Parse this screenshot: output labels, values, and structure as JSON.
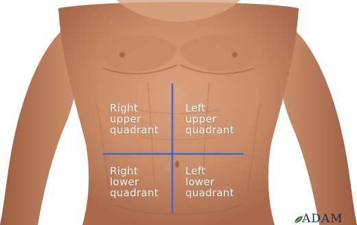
{
  "colors": {
    "divider_line": "#3e68c9",
    "label_text": "#ffffff",
    "skin_base": "#c98d68",
    "logo_text": "#1f2a44",
    "logo_leaf": "#2f7a3a"
  },
  "quadrants": {
    "right_upper": [
      "Right",
      "upper",
      "quadrant"
    ],
    "left_upper": [
      "Left",
      "upper",
      "quadrant"
    ],
    "right_lower": [
      "Right",
      "lower",
      "quadrant"
    ],
    "left_lower": [
      "Left",
      "lower",
      "quadrant"
    ]
  },
  "logo": {
    "text": "ADAM",
    "icon": "leaf-icon"
  }
}
